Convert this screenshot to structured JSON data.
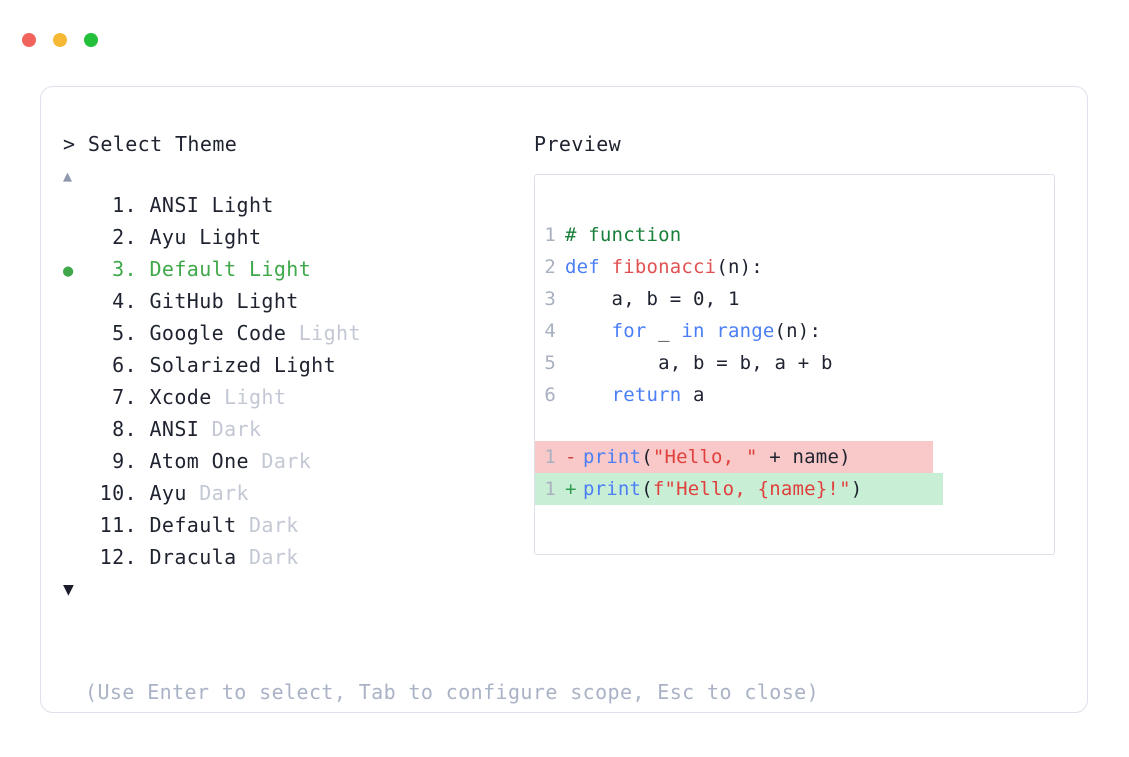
{
  "window": {
    "traffic_lights": [
      {
        "name": "close",
        "color": "#f2635c"
      },
      {
        "name": "minimize",
        "color": "#f5b935"
      },
      {
        "name": "maximize",
        "color": "#24c03c"
      }
    ]
  },
  "selector": {
    "prompt_caret": ">",
    "prompt_label": "Select Theme",
    "scroll_up_icon": "▲",
    "scroll_down_icon": "▼",
    "selected_index": 3,
    "selected_color": "#3fa84a",
    "bullet_glyph": "●",
    "items": [
      {
        "num": "1.",
        "name": "ANSI",
        "suffix": "Light",
        "suffix_dim": false,
        "selected": false
      },
      {
        "num": "2.",
        "name": "Ayu",
        "suffix": "Light",
        "suffix_dim": false,
        "selected": false
      },
      {
        "num": "3.",
        "name": "Default",
        "suffix": "Light",
        "suffix_dim": false,
        "selected": true
      },
      {
        "num": "4.",
        "name": "GitHub",
        "suffix": "Light",
        "suffix_dim": false,
        "selected": false
      },
      {
        "num": "5.",
        "name": "Google Code",
        "suffix": "Light",
        "suffix_dim": true,
        "selected": false
      },
      {
        "num": "6.",
        "name": "Solarized",
        "suffix": "Light",
        "suffix_dim": false,
        "selected": false
      },
      {
        "num": "7.",
        "name": "Xcode",
        "suffix": "Light",
        "suffix_dim": true,
        "selected": false
      },
      {
        "num": "8.",
        "name": "ANSI",
        "suffix": "Dark",
        "suffix_dim": true,
        "selected": false
      },
      {
        "num": "9.",
        "name": "Atom One",
        "suffix": "Dark",
        "suffix_dim": true,
        "selected": false
      },
      {
        "num": "10.",
        "name": "Ayu",
        "suffix": "Dark",
        "suffix_dim": true,
        "selected": false
      },
      {
        "num": "11.",
        "name": "Default",
        "suffix": "Dark",
        "suffix_dim": true,
        "selected": false
      },
      {
        "num": "12.",
        "name": "Dracula",
        "suffix": "Dark",
        "suffix_dim": true,
        "selected": false
      }
    ]
  },
  "preview": {
    "label": "Preview",
    "code_lines": [
      {
        "ln": "1",
        "tokens": [
          {
            "t": "# function",
            "c": "t-comment"
          }
        ]
      },
      {
        "ln": "2",
        "tokens": [
          {
            "t": "def ",
            "c": "t-kw"
          },
          {
            "t": "fibonacci",
            "c": "t-fn"
          },
          {
            "t": "(n):",
            "c": "t-plain"
          }
        ]
      },
      {
        "ln": "3",
        "tokens": [
          {
            "t": "    a, b = ",
            "c": "t-plain"
          },
          {
            "t": "0",
            "c": "t-num"
          },
          {
            "t": ", ",
            "c": "t-plain"
          },
          {
            "t": "1",
            "c": "t-num"
          }
        ]
      },
      {
        "ln": "4",
        "tokens": [
          {
            "t": "    ",
            "c": "t-plain"
          },
          {
            "t": "for",
            "c": "t-kw"
          },
          {
            "t": " _ ",
            "c": "t-plain"
          },
          {
            "t": "in",
            "c": "t-kw"
          },
          {
            "t": " ",
            "c": "t-plain"
          },
          {
            "t": "range",
            "c": "t-kw"
          },
          {
            "t": "(n):",
            "c": "t-plain"
          }
        ]
      },
      {
        "ln": "5",
        "tokens": [
          {
            "t": "        a, b = b, a + b",
            "c": "t-plain"
          }
        ]
      },
      {
        "ln": "6",
        "tokens": [
          {
            "t": "    ",
            "c": "t-plain"
          },
          {
            "t": "return",
            "c": "t-kw"
          },
          {
            "t": " a",
            "c": "t-plain"
          }
        ]
      }
    ],
    "diff_lines": [
      {
        "kind": "del",
        "ln": "1",
        "sign": "-",
        "bg_color": "#f9c8c8",
        "tokens": [
          {
            "t": "print",
            "c": "t-kw"
          },
          {
            "t": "(",
            "c": "t-plain"
          },
          {
            "t": "\"Hello, \"",
            "c": "t-str"
          },
          {
            "t": " + name)",
            "c": "t-plain"
          }
        ]
      },
      {
        "kind": "add",
        "ln": "1",
        "sign": "+",
        "bg_color": "#c9eed6",
        "tokens": [
          {
            "t": "print",
            "c": "t-kw"
          },
          {
            "t": "(",
            "c": "t-plain"
          },
          {
            "t": "f\"Hello, {name}!\"",
            "c": "t-str"
          },
          {
            "t": ")",
            "c": "t-plain"
          }
        ]
      }
    ]
  },
  "footer": {
    "hint": "(Use Enter to select, Tab to configure scope, Esc to close)"
  }
}
